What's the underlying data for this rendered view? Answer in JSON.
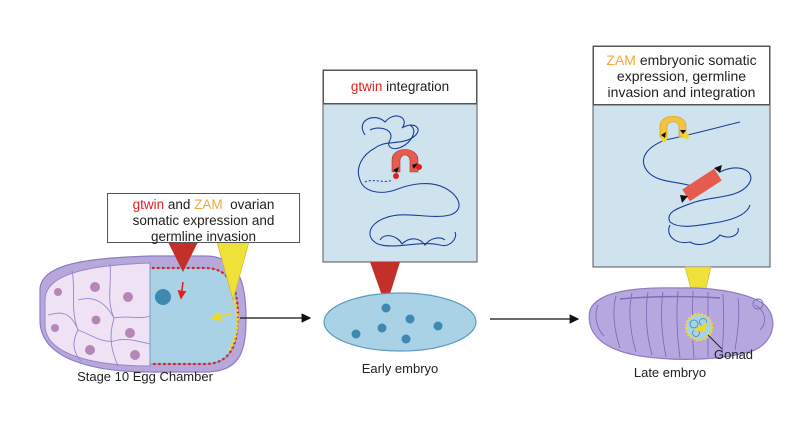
{
  "stages": [
    {
      "caption": "Stage 10 Egg Chamber",
      "callout": {
        "line1_a": "gtwin",
        "line1_b": " and ",
        "line1_c": "ZAM",
        "line1_d": "  ovarian",
        "line2": "somatic expression and",
        "line3": "germline invasion"
      }
    },
    {
      "caption": "Early embryo",
      "callout": {
        "line1_a": "gtwin",
        "line1_b": " integration"
      }
    },
    {
      "caption": "Late embryo",
      "part_label": "Gonad",
      "callout": {
        "line1_a": "ZAM",
        "line1_b": " embryonic somatic",
        "line2": "expression, germline",
        "line3": "invasion and integration"
      }
    }
  ],
  "colors": {
    "gtwin": "#e0201c",
    "zam": "#f2a93b",
    "gtwin_pointer": "#c3302a",
    "zam_pointer": "#f0e03a",
    "panel_bg": "#cfe3ee",
    "dna": "#1b3f9a",
    "embryo_blue": "#a9d2e6",
    "late_embryo": "#b6a8df"
  }
}
